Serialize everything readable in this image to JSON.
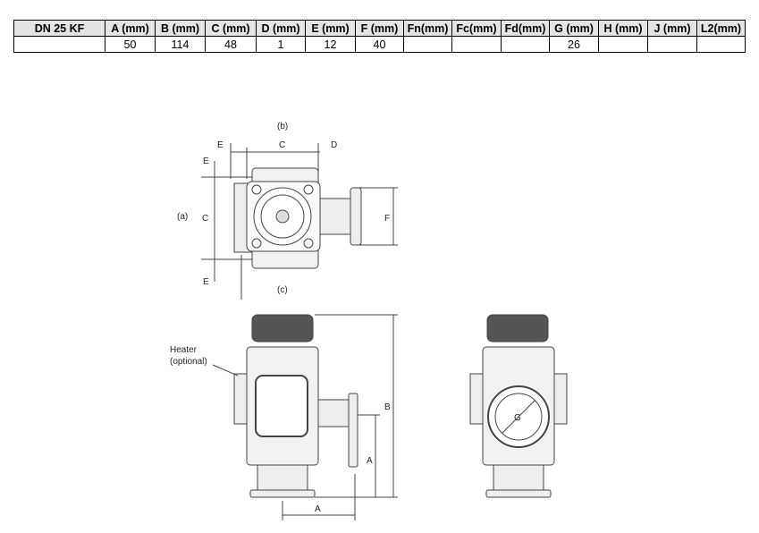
{
  "table": {
    "headers": [
      "DN 25 KF",
      "A (mm)",
      "B (mm)",
      "C (mm)",
      "D (mm)",
      "E (mm)",
      "F (mm)",
      "Fn(mm)",
      "Fc(mm)",
      "Fd(mm)",
      "G (mm)",
      "H (mm)",
      "J (mm)",
      "L2(mm)"
    ],
    "row": [
      "",
      "50",
      "114",
      "48",
      "1",
      "12",
      "40",
      "",
      "",
      "",
      "26",
      "",
      "",
      ""
    ]
  },
  "drawing": {
    "view_b": "(b)",
    "view_a": "(a)",
    "view_c": "(c)",
    "E": "E",
    "C": "C",
    "D": "D",
    "F": "F",
    "B": "B",
    "A": "A",
    "G": "G",
    "heater": "Heater",
    "optional": "(optional)"
  }
}
